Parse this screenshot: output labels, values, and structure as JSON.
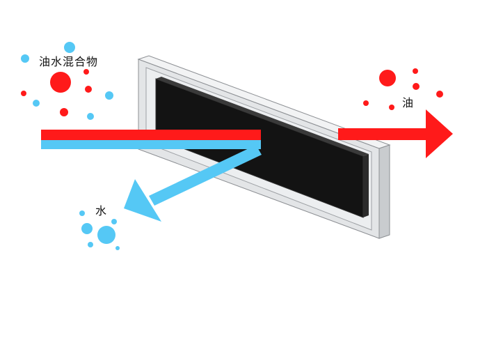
{
  "labels": {
    "mixture": "油水混合物",
    "oil": "油",
    "water": "水"
  },
  "colors": {
    "oil": "#ff1a1a",
    "water": "#55c8f5",
    "filter_core": "#111111",
    "frame": "#d9dcdf"
  },
  "droplet_icons": {
    "oil": "red-droplet-icon",
    "water": "blue-droplet-icon"
  }
}
